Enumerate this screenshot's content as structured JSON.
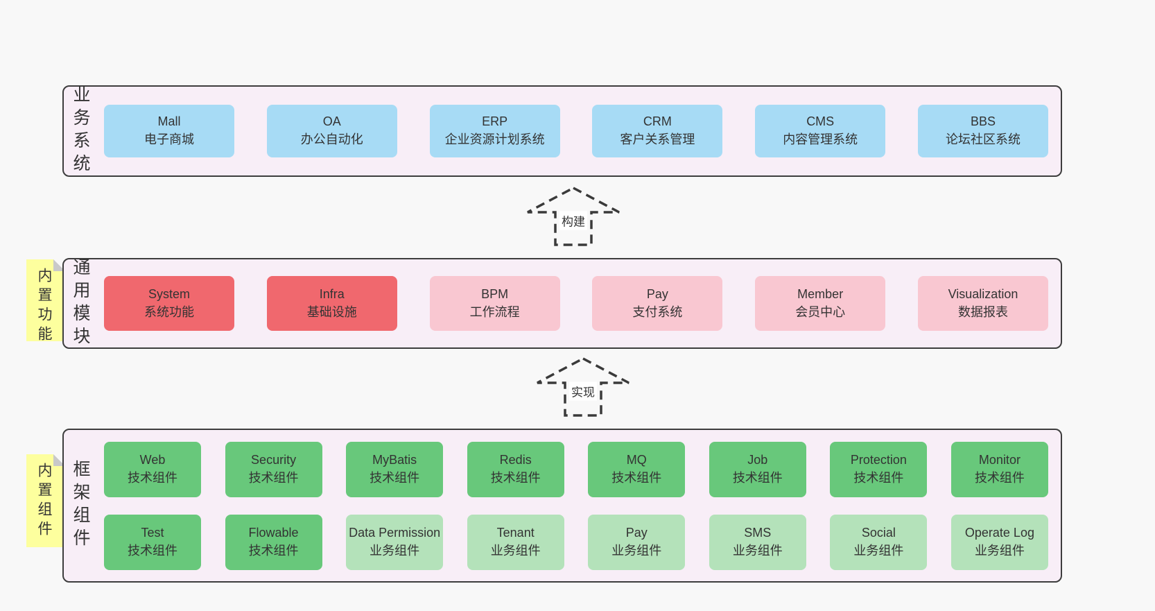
{
  "colors": {
    "page_bg": "#f8f8f8",
    "band_bg": "#f8eef7",
    "band_border": "#3d3d3d",
    "blue_box": "#a7dbf5",
    "red_box": "#f0686e",
    "pink_box": "#f9c7d1",
    "green_box": "#68c87b",
    "light_green_box": "#b4e2ba",
    "sticky_yellow": "#fdff9e",
    "fold_gray": "#c9c9c9",
    "text": "#333333"
  },
  "arrows": [
    {
      "label": "构建"
    },
    {
      "label": "实现"
    }
  ],
  "bands": [
    {
      "title": "业务系统",
      "boxes": [
        {
          "name": "Mall",
          "desc": "电子商城"
        },
        {
          "name": "OA",
          "desc": "办公自动化"
        },
        {
          "name": "ERP",
          "desc": "企业资源计划系统"
        },
        {
          "name": "CRM",
          "desc": "客户关系管理"
        },
        {
          "name": "CMS",
          "desc": "内容管理系统"
        },
        {
          "name": "BBS",
          "desc": "论坛社区系统"
        }
      ]
    },
    {
      "title": "通用模块",
      "sticky": "内置功能",
      "boxes": [
        {
          "name": "System",
          "desc": "系统功能"
        },
        {
          "name": "Infra",
          "desc": "基础设施"
        },
        {
          "name": "BPM",
          "desc": "工作流程"
        },
        {
          "name": "Pay",
          "desc": "支付系统"
        },
        {
          "name": "Member",
          "desc": "会员中心"
        },
        {
          "name": "Visualization",
          "desc": "数据报表"
        }
      ]
    },
    {
      "title": "框架组件",
      "sticky": "内置组件",
      "rows": [
        [
          {
            "name": "Web",
            "desc": "技术组件"
          },
          {
            "name": "Security",
            "desc": "技术组件"
          },
          {
            "name": "MyBatis",
            "desc": "技术组件"
          },
          {
            "name": "Redis",
            "desc": "技术组件"
          },
          {
            "name": "MQ",
            "desc": "技术组件"
          },
          {
            "name": "Job",
            "desc": "技术组件"
          },
          {
            "name": "Protection",
            "desc": "技术组件"
          },
          {
            "name": "Monitor",
            "desc": "技术组件"
          }
        ],
        [
          {
            "name": "Test",
            "desc": "技术组件"
          },
          {
            "name": "Flowable",
            "desc": "技术组件"
          },
          {
            "name": "Data Permission",
            "desc": "业务组件"
          },
          {
            "name": "Tenant",
            "desc": "业务组件"
          },
          {
            "name": "Pay",
            "desc": "业务组件"
          },
          {
            "name": "SMS",
            "desc": "业务组件"
          },
          {
            "name": "Social",
            "desc": "业务组件"
          },
          {
            "name": "Operate Log",
            "desc": "业务组件"
          }
        ]
      ]
    }
  ]
}
